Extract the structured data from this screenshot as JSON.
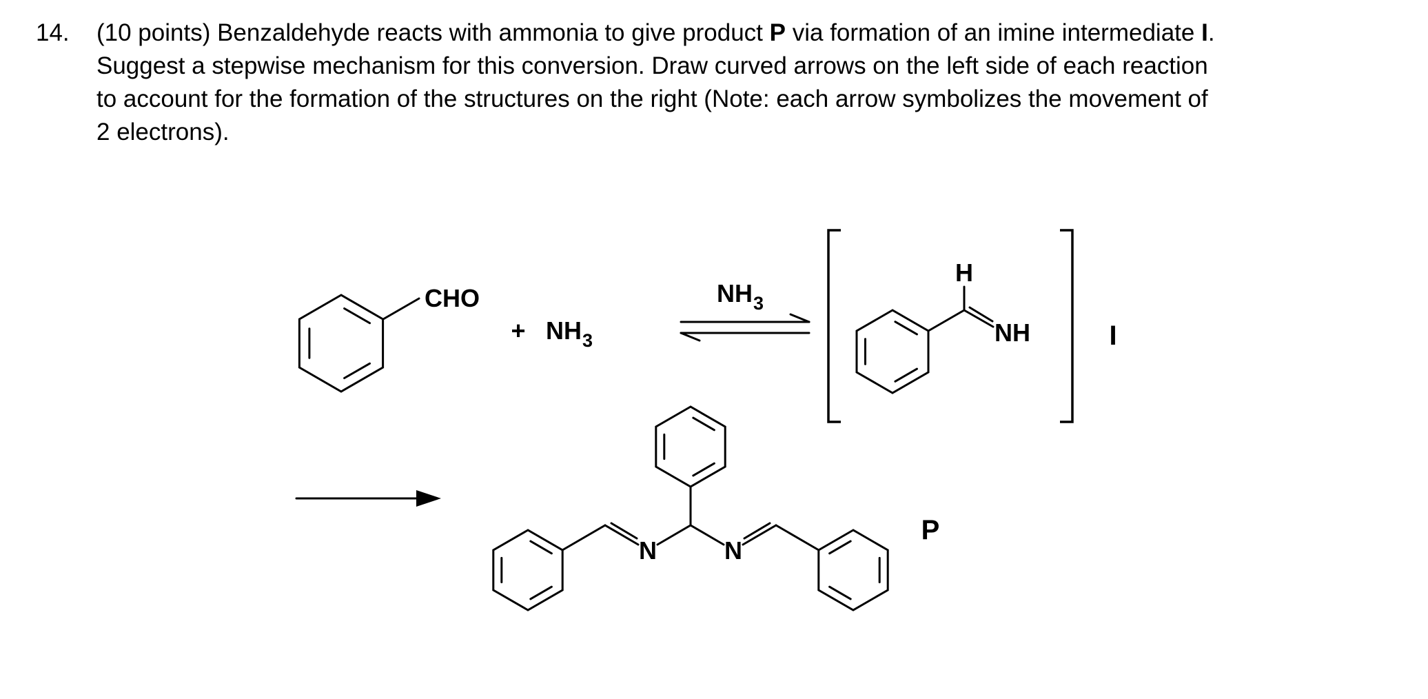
{
  "question": {
    "number": "14.",
    "line1": [
      "(10 points) Benzaldehyde reacts with ammonia to give product ",
      "P",
      " via formation of an imine intermediate ",
      "I",
      "."
    ],
    "line2": "Suggest a stepwise mechanism for this conversion. Draw curved arrows on the left side of each reaction",
    "line3": "to account for the formation of the structures on the right (Note: each arrow symbolizes the movement of",
    "line4": "2 electrons)."
  },
  "scheme": {
    "cho_label": "CHO",
    "plus_sign": "+",
    "ammonia": {
      "formula": "NH",
      "subscript": "3"
    },
    "arrow_label": {
      "formula": "NH",
      "subscript": "3"
    },
    "intermediate": {
      "hydrogen": "H",
      "imine_nh": "NH",
      "tag": "I"
    },
    "product": {
      "nitrogen_left": "N",
      "nitrogen_right": "N",
      "tag": "P"
    }
  }
}
